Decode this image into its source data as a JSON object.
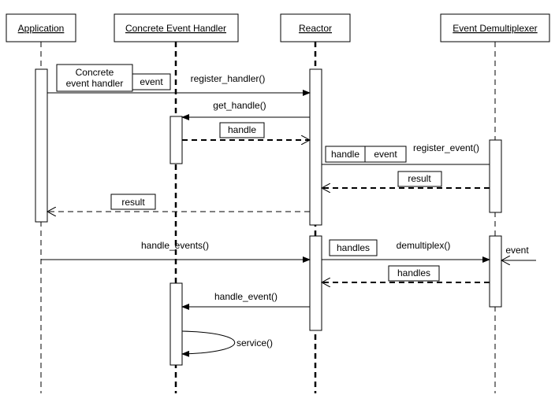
{
  "diagram": {
    "participants": {
      "application": "Application",
      "concrete_event_handler": "Concrete Event Handler",
      "reactor": "Reactor",
      "event_demultiplexer": "Event Demultiplexer"
    },
    "messages": {
      "register_handler": "register_handler()",
      "get_handle": "get_handle()",
      "register_event": "register_event()",
      "handle_events": "handle_events()",
      "demultiplex": "demultiplex()",
      "handle_event": "handle_event()",
      "service": "service()"
    },
    "parameters": {
      "concrete_event_handler_line1": "Concrete",
      "concrete_event_handler_line2": "event handler",
      "event": "event",
      "handle": "handle",
      "handle_in_register": "handle",
      "event_in_register": "event",
      "result_from_demux": "result",
      "result_to_app": "result",
      "handles_to_demux": "handles",
      "handles_returned": "handles"
    },
    "external_event": "event"
  }
}
